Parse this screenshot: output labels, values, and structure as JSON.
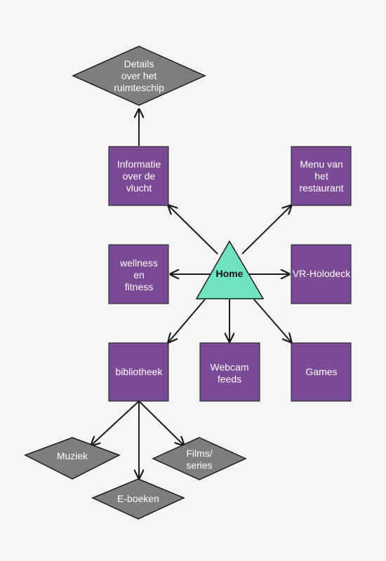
{
  "colors": {
    "background": "#f5f5f6",
    "box_fill": "#7a4a95",
    "diamond_fill": "#7e7e7e",
    "home_fill": "#6fe3c0",
    "stroke": "#1a1a1a",
    "text_light": "#ffffff",
    "text_dark": "#111111"
  },
  "home": {
    "label": "Home"
  },
  "nodes": {
    "spaceship": {
      "lines": [
        "Details",
        "over het",
        "ruimteschip"
      ]
    },
    "flight": {
      "lines": [
        "Informatie",
        "over de",
        "vlucht"
      ]
    },
    "menu": {
      "lines": [
        "Menu van",
        "het",
        "restaurant"
      ]
    },
    "wellness": {
      "lines": [
        "wellness",
        "en",
        "fitness"
      ]
    },
    "vr": {
      "lines": [
        "VR-Holodeck"
      ]
    },
    "library": {
      "lines": [
        "bibliotheek"
      ]
    },
    "webcam": {
      "lines": [
        "Webcam",
        "feeds"
      ]
    },
    "games": {
      "lines": [
        "Games"
      ]
    },
    "music": {
      "lines": [
        "Muziek"
      ]
    },
    "films": {
      "lines": [
        "Films/",
        "series"
      ]
    },
    "ebooks": {
      "lines": [
        "E-boeken"
      ]
    }
  }
}
